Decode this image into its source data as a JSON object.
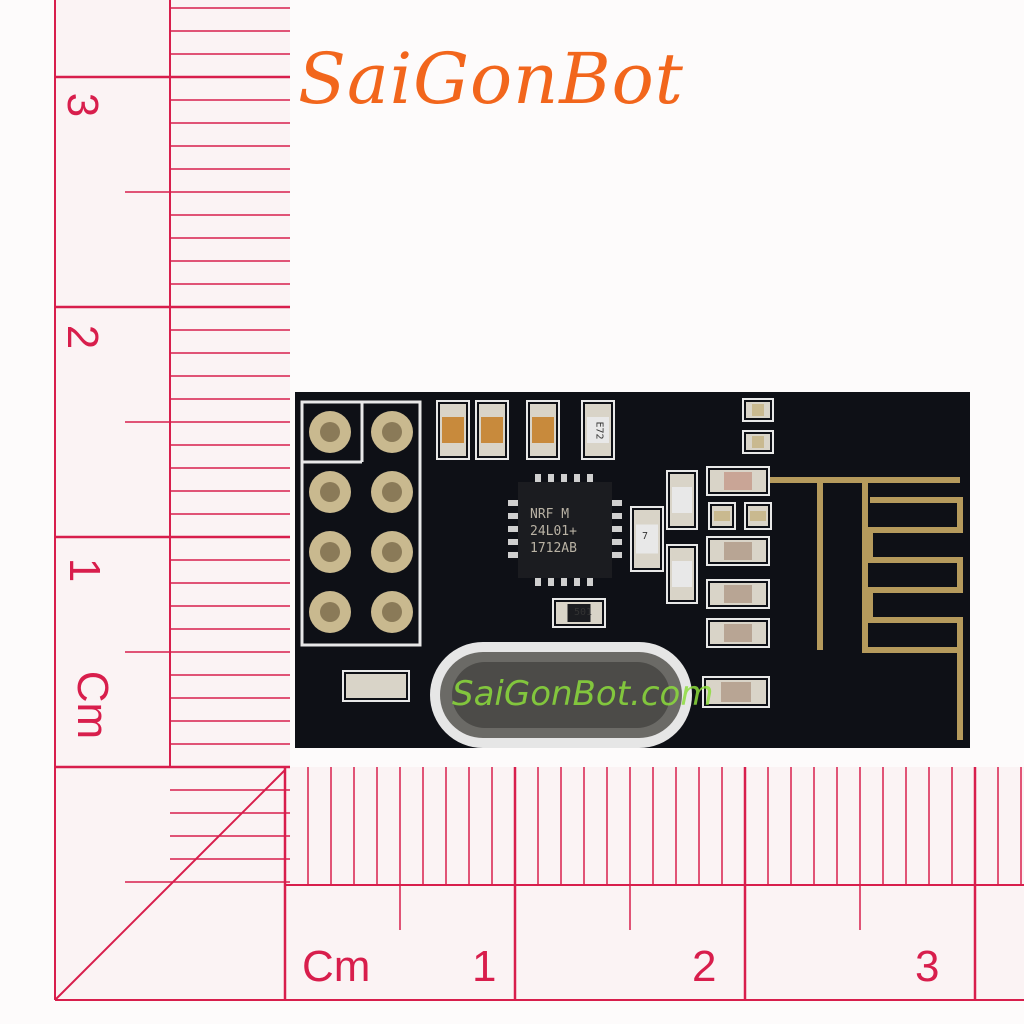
{
  "logo": {
    "text": "SaiGonBot"
  },
  "watermark": {
    "text": "SaiGonBot.com"
  },
  "chip": {
    "line1": "NRF M",
    "line2": "24L01+",
    "line3": "1712AB"
  },
  "components": {
    "resistor_code": "501",
    "cap_code": "7",
    "cap2_code": "E72"
  },
  "ruler_vertical": {
    "labels": [
      "3",
      "2",
      "1",
      "Cm"
    ]
  },
  "ruler_horizontal": {
    "labels": [
      "Cm",
      "1",
      "2",
      "3"
    ]
  },
  "colors": {
    "border": "#f2661c",
    "ruler": "#d81e4c",
    "pcb": "#0e1016",
    "trace": "#b59a5c"
  }
}
